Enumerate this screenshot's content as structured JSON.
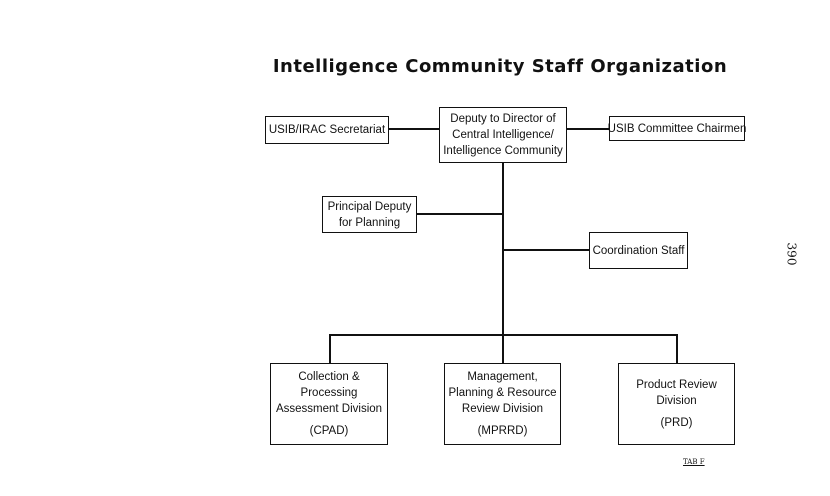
{
  "title": "Intelligence Community Staff Organization",
  "boxes": {
    "usib_irac": [
      "USIB/IRAC Secretariat"
    ],
    "deputy_director": [
      "Deputy to Director of",
      "Central Intelligence/",
      "Intelligence Community"
    ],
    "usib_committee": [
      "USIB Committee Chairmen"
    ],
    "principal_deputy": [
      "Principal Deputy",
      "for Planning"
    ],
    "coordination": [
      "Coordination Staff"
    ],
    "cpad": {
      "lines": [
        "Collection &",
        "Processing",
        "Assessment Division"
      ],
      "abbr": "(CPAD)"
    },
    "mprrd": {
      "lines": [
        "Management,",
        "Planning & Resource",
        "Review Division"
      ],
      "abbr": "(MPRRD)"
    },
    "prd": {
      "lines": [
        "Product Review",
        "Division"
      ],
      "abbr": "(PRD)"
    }
  },
  "page_number": "390",
  "tab_label": "TAB F"
}
